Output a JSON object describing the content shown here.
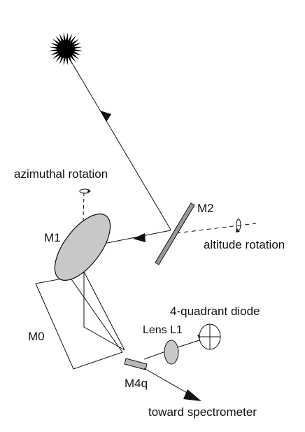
{
  "labels": {
    "azimuthal": "azimuthal rotation",
    "m1": "M1",
    "m2": "M2",
    "altitude": "altitude rotation",
    "quadrant": "4-quadrant diode",
    "lens": "Lens L1",
    "m0": "M0",
    "m4q": "M4q",
    "spectrometer": "toward spectrometer"
  },
  "colors": {
    "stroke": "#111111",
    "mirror_fill": "#c8c8c8",
    "sun": "#000000",
    "background": "#ffffff"
  },
  "icons": {
    "sun": "sun-icon",
    "rotation": "rotation-arrow-icon"
  }
}
